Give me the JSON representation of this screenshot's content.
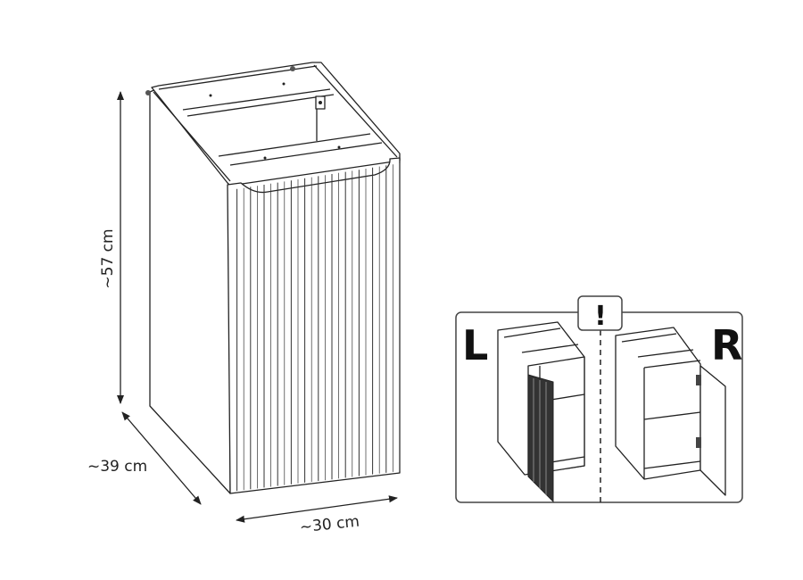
{
  "dimensions": {
    "height": "~57 cm",
    "depth": "~39 cm",
    "width": "~30 cm"
  },
  "orientation_inset": {
    "left_label": "L",
    "right_label": "R",
    "warning_symbol": "!"
  },
  "colors": {
    "line": "#222222",
    "background": "#ffffff"
  }
}
